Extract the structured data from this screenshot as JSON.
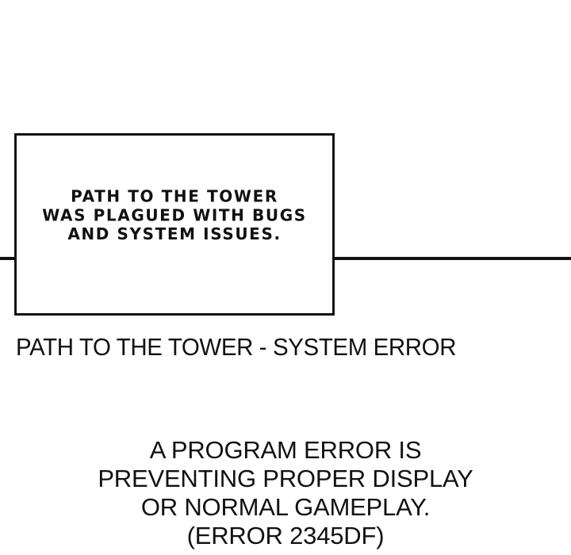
{
  "page": {
    "background_color": "#ffffff",
    "ink_color": "#111111"
  },
  "divider": {
    "name": "horizontal-rule",
    "color": "#111111"
  },
  "panel": {
    "border_color": "#111111",
    "fill_color": "#ffffff",
    "dialogue_lines": [
      "PATH TO THE TOWER",
      "WAS PLAGUED WITH BUGS",
      "AND SYSTEM ISSUES."
    ],
    "dialogue_text": "PATH TO THE TOWER\nWAS PLAGUED WITH BUGS\nAND SYSTEM ISSUES."
  },
  "caption": {
    "title": "PATH TO THE TOWER - SYSTEM ERROR"
  },
  "error": {
    "lines": [
      "A PROGRAM ERROR IS",
      "PREVENTING PROPER DISPLAY",
      "OR NORMAL GAMEPLAY.",
      "(ERROR 2345DF)"
    ],
    "text": "A PROGRAM ERROR IS\nPREVENTING PROPER DISPLAY\nOR NORMAL GAMEPLAY.\n(ERROR 2345DF)",
    "code": "2345DF"
  }
}
